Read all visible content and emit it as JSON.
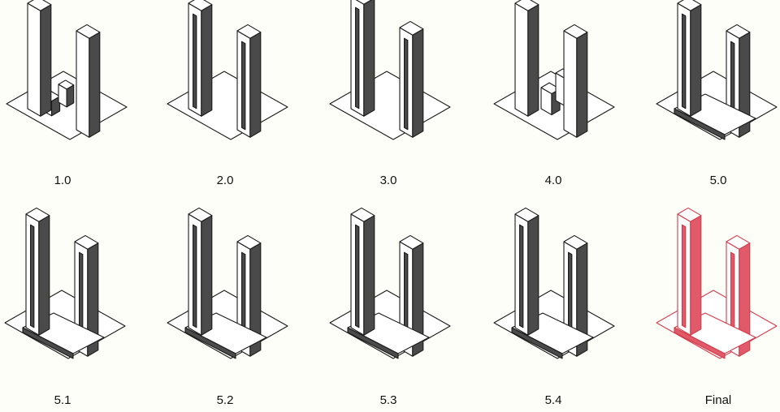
{
  "colors": {
    "background": "#fefef8",
    "outline": "#1a1a1a",
    "shade": "#4a4a4a",
    "highlight_outline": "#d23c4a",
    "highlight_fill": "#e05a6a"
  },
  "diagrams": [
    {
      "label": "1.0",
      "variant": "boxes",
      "highlight": false
    },
    {
      "label": "2.0",
      "variant": "twisted",
      "highlight": false
    },
    {
      "label": "3.0",
      "variant": "tapered",
      "highlight": false
    },
    {
      "label": "4.0",
      "variant": "stepped",
      "highlight": false
    },
    {
      "label": "5.0",
      "variant": "slots",
      "highlight": false
    },
    {
      "label": "5.1",
      "variant": "slots",
      "highlight": false
    },
    {
      "label": "5.2",
      "variant": "slots",
      "highlight": false
    },
    {
      "label": "5.3",
      "variant": "slots",
      "highlight": false
    },
    {
      "label": "5.4",
      "variant": "slots",
      "highlight": false
    },
    {
      "label": "Final",
      "variant": "final",
      "highlight": true
    }
  ]
}
